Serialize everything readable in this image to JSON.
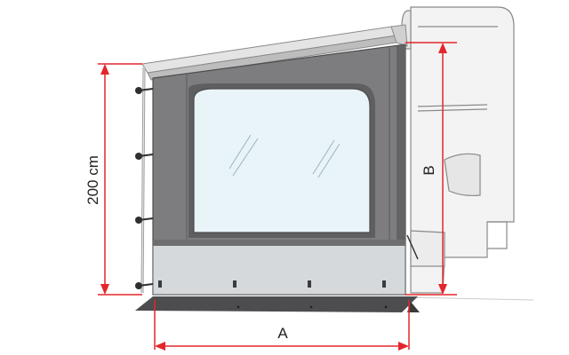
{
  "colors": {
    "dimension": "#e3262b",
    "panel": "#7a7a7c",
    "panel_dark": "#5e5e60",
    "floor": "#4a4a4c",
    "skirt": "#d4d7da",
    "window": "#e9f4f8",
    "vehicle_outline": "#8a8a8a",
    "vehicle_fill": "#f2f2f2"
  },
  "dimensions": {
    "height_label": "200 cm",
    "depth_label": "B",
    "width_label": "A"
  },
  "icons": [
    "pole-hook-icon",
    "peg-icon"
  ]
}
